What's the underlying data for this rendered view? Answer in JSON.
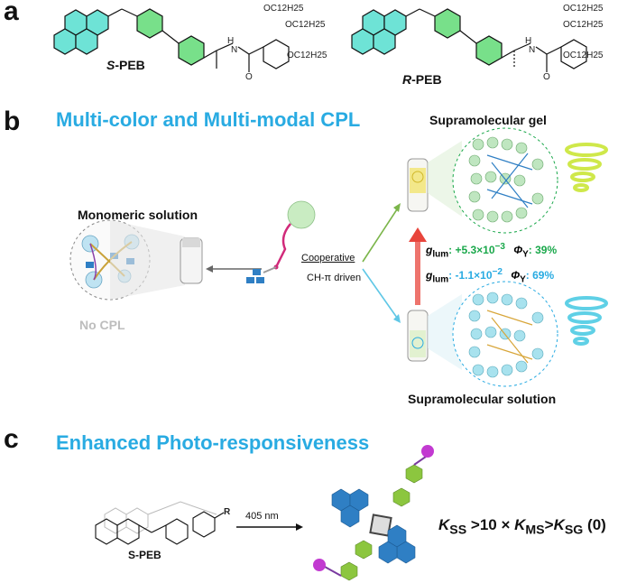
{
  "panel_a": {
    "letter": "a",
    "left_molecule": {
      "stereo": "S",
      "name": "-PEB"
    },
    "right_molecule": {
      "stereo": "R",
      "name": "-PEB"
    },
    "nh": "H",
    "n": "N",
    "o": "O",
    "chains": [
      "OC12H25",
      "OC12H25",
      "OC12H25"
    ]
  },
  "panel_b": {
    "letter": "b",
    "title": "Multi-color and Multi-modal CPL",
    "monomeric_label": "Monomeric solution",
    "no_cpl": "No CPL",
    "arrow_top": "Cooperative",
    "arrow_bottom": "CH-π driven",
    "gel_label": "Supramolecular gel",
    "solution_label": "Supramolecular solution",
    "gel_value": {
      "g": "g",
      "sub": "lum",
      "text": ": +5.3×10",
      "exp": "−3",
      "phi": "Φ",
      "phi_sub": "Y",
      "phi_val": ": 39%"
    },
    "sol_value": {
      "g": "g",
      "sub": "lum",
      "text": ": -1.1×10",
      "exp": "−2",
      "phi": "Φ",
      "phi_sub": "Y",
      "phi_val": ": 69%"
    },
    "colors": {
      "green": "#1aa84b",
      "cyan": "#29abe2",
      "red": "#e8453c"
    }
  },
  "panel_c": {
    "letter": "c",
    "title": "Enhanced Photo-responsiveness",
    "wavelength": "405 nm",
    "molecule": "S-PEB",
    "r_label": "R",
    "k_expr": {
      "k": "K",
      "ss": "SS",
      "mid": " >10 × ",
      "ms": "MS",
      "gt": ">",
      "sg": "SG",
      "tail": " (0)"
    }
  }
}
